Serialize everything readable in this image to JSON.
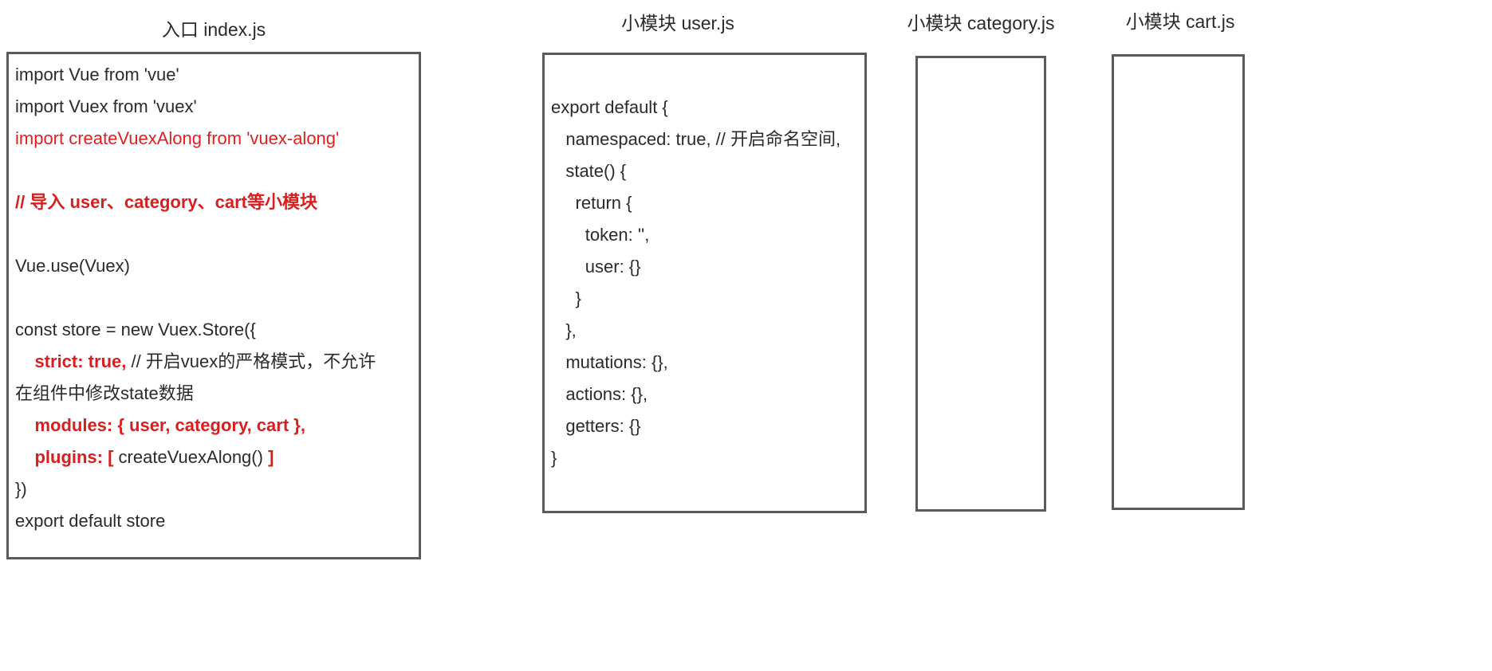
{
  "panels": [
    {
      "id": "index",
      "title": "入口 index.js",
      "lines": [
        [
          {
            "t": "import Vue from 'vue'",
            "s": "blk"
          }
        ],
        [
          {
            "t": "import Vuex from 'vuex'",
            "s": "blk"
          }
        ],
        [
          {
            "t": "import createVuexAlong from 'vuex-along'",
            "s": "red"
          }
        ],
        [
          {
            "t": " ",
            "s": "blank"
          }
        ],
        [
          {
            "t": "// 导入 user、category、cart等小模块",
            "s": "red-bold"
          }
        ],
        [
          {
            "t": " ",
            "s": "blank"
          }
        ],
        [
          {
            "t": "Vue.use(Vuex)",
            "s": "blk"
          }
        ],
        [
          {
            "t": " ",
            "s": "blank"
          }
        ],
        [
          {
            "t": "const store = new Vuex.Store({",
            "s": "blk"
          }
        ],
        [
          {
            "t": "    strict: true,",
            "s": "red-bold"
          },
          {
            "t": " // 开启vuex的严格模式，不允许",
            "s": "blk"
          }
        ],
        [
          {
            "t": "在组件中修改state数据",
            "s": "blk"
          }
        ],
        [
          {
            "t": "    modules: { user, category, cart },",
            "s": "red-bold"
          }
        ],
        [
          {
            "t": "    plugins: [",
            "s": "red-bold"
          },
          {
            "t": " createVuexAlong() ",
            "s": "blk"
          },
          {
            "t": "]",
            "s": "red-bold"
          }
        ],
        [
          {
            "t": "})",
            "s": "blk"
          }
        ],
        [
          {
            "t": "export default store",
            "s": "blk"
          }
        ]
      ]
    },
    {
      "id": "user",
      "title": "小模块 user.js",
      "lines": [
        [
          {
            "t": " ",
            "s": "blank"
          }
        ],
        [
          {
            "t": "export default {",
            "s": "blk"
          }
        ],
        [
          {
            "t": "   namespaced: true, // 开启命名空间,",
            "s": "blk"
          }
        ],
        [
          {
            "t": "   state() {",
            "s": "blk"
          }
        ],
        [
          {
            "t": "     return {",
            "s": "blk"
          }
        ],
        [
          {
            "t": "       token: '',",
            "s": "blk"
          }
        ],
        [
          {
            "t": "       user: {}",
            "s": "blk"
          }
        ],
        [
          {
            "t": "     }",
            "s": "blk"
          }
        ],
        [
          {
            "t": "   },",
            "s": "blk"
          }
        ],
        [
          {
            "t": "   mutations: {},",
            "s": "blk"
          }
        ],
        [
          {
            "t": "   actions: {},",
            "s": "blk"
          }
        ],
        [
          {
            "t": "   getters: {}",
            "s": "blk"
          }
        ],
        [
          {
            "t": "}",
            "s": "blk"
          }
        ]
      ]
    },
    {
      "id": "category",
      "title": "小模块 category.js",
      "lines": []
    },
    {
      "id": "cart",
      "title": "小模块 cart.js",
      "lines": []
    }
  ],
  "colors": {
    "highlight": "#e02020",
    "text": "#2a2a2a",
    "border": "#5a5a5a",
    "background": "#ffffff"
  }
}
